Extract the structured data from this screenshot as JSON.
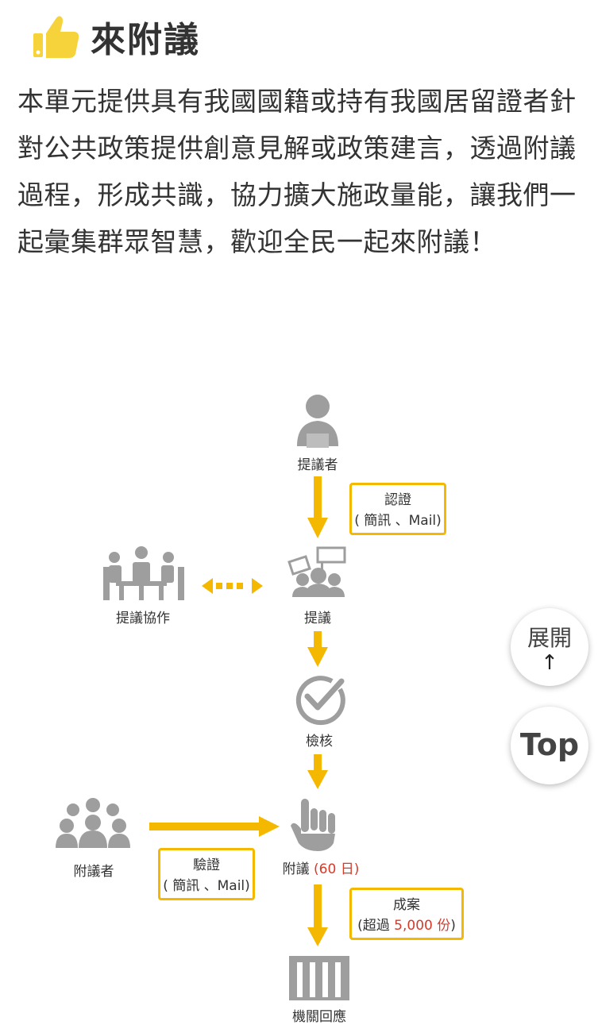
{
  "header": {
    "title": "來附議"
  },
  "intro": "本單元提供具有我國國籍或持有我國居留證者針對公共政策提供創意見解或政策建言，透過附議過程，形成共識，協力擴大施政量能，讓我們一起彙集群眾智慧，歡迎全民一起來附議！",
  "diagram": {
    "proposer": "提議者",
    "proposal": "提議",
    "collab": "提議協作",
    "review": "檢核",
    "seconder": "附議者",
    "second": "附議",
    "second_days": "(60 日)",
    "agency": "機關回應",
    "auth_box": {
      "title": "認證",
      "sub": "( 簡訊 、Mail)"
    },
    "verify_box": {
      "title": "驗證",
      "sub": "( 簡訊 、Mail)"
    },
    "success_box": {
      "title": "成案",
      "sub_pre": "(超過 ",
      "sub_num": "5,000 份",
      "sub_post": ")"
    }
  },
  "fab": {
    "expand": "展開",
    "expand_arrow": "↑",
    "top": "Top"
  },
  "colors": {
    "accent": "#f5b800",
    "icon_gray": "#9e9e9e",
    "highlight": "#d63b2a",
    "thumb": "#f7d33b"
  }
}
